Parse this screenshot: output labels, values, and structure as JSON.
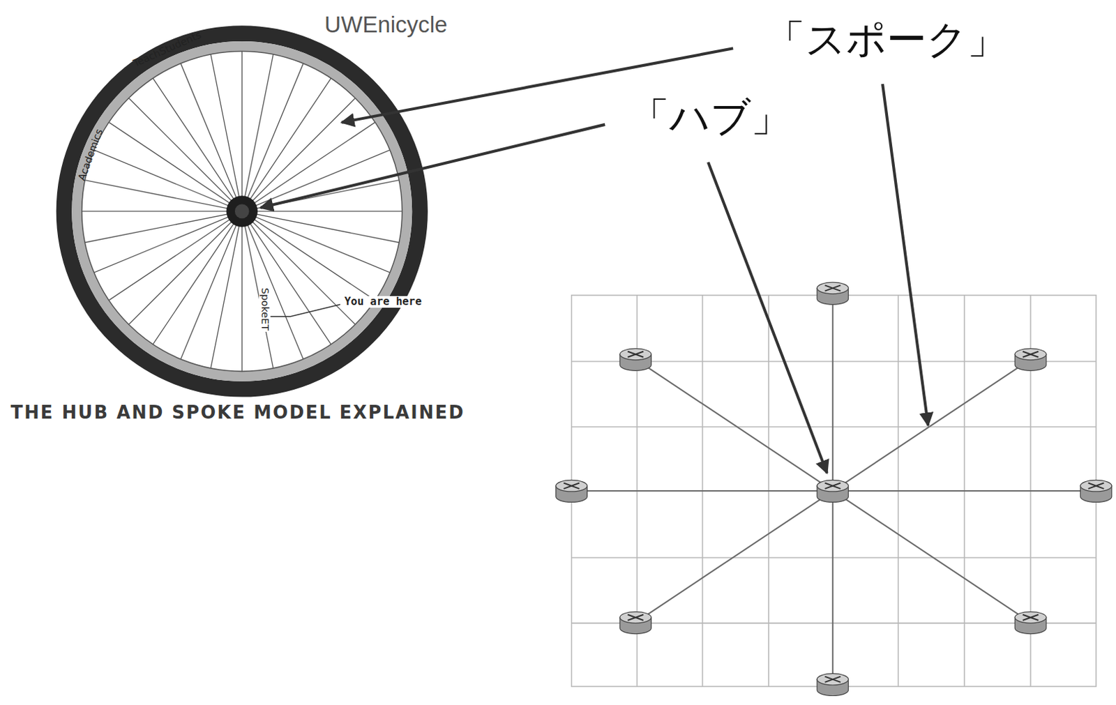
{
  "diagram": {
    "labels": [
      "「スポーク」",
      "「ハブ」",
      "UWEnicycle",
      "THE HUB AND SPOKE MODEL EXPLAINED",
      "You are here",
      "SpokeET",
      "TeachStudents",
      "Academics"
    ]
  }
}
